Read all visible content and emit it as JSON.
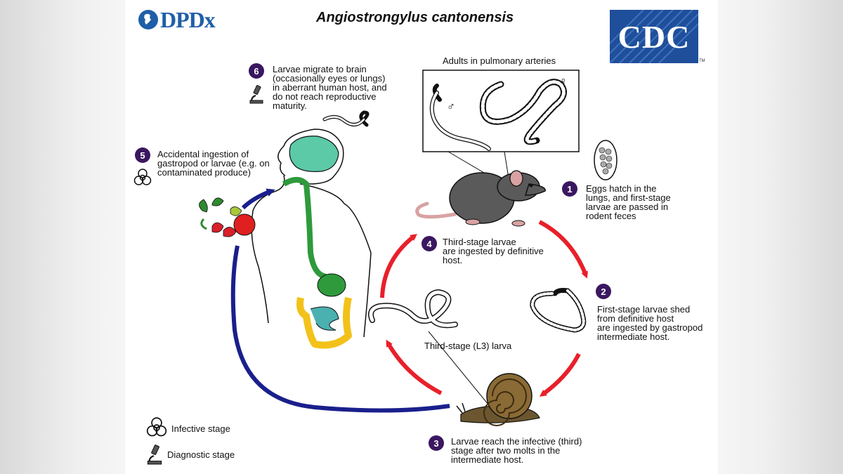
{
  "header": {
    "title": "Angiostrongylus cantonensis",
    "left_logo": "DPDx",
    "right_logo": "CDC",
    "trademark": "TM"
  },
  "labels": {
    "adults_box": "Adults in pulmonary arteries",
    "male_symbol": "♂",
    "female_symbol": "♀",
    "l3_larva": "Third-stage (L3) larva"
  },
  "steps": [
    {
      "number": "1",
      "text_lines": [
        "Eggs hatch in the",
        "lungs, and first-stage",
        "larvae are passed in",
        "rodent feces"
      ]
    },
    {
      "number": "2",
      "text_lines": [
        "First-stage larvae shed",
        "from definitive host",
        "are ingested by gastropod",
        "intermediate host."
      ]
    },
    {
      "number": "3",
      "text_lines": [
        "Larvae reach the infective (third)",
        "stage after two molts in the",
        "intermediate host."
      ]
    },
    {
      "number": "4",
      "text_lines": [
        "Third-stage larvae",
        "are ingested by definitive",
        "host."
      ]
    },
    {
      "number": "5",
      "text_lines": [
        "Accidental ingestion of",
        "gastropod or larvae (e.g. on",
        "contaminated produce)"
      ]
    },
    {
      "number": "6",
      "text_lines": [
        "Larvae migrate to brain",
        "(occasionally eyes or lungs)",
        "in aberrant human host, and",
        "do not reach reproductive",
        "maturity."
      ]
    }
  ],
  "legend": {
    "infective": "Infective stage",
    "diagnostic": "Diagnostic stage"
  },
  "colors": {
    "step_circle": "#3a1760",
    "red_arrow": "#e8202a",
    "blue_arrow": "#1a1f8c",
    "brain": "#5cc9a7",
    "gut": "#2e9a3c",
    "intestine_yellow": "#f2c21a",
    "intestine_teal": "#4bb0b0",
    "cdc_blue": "#1f4f9a"
  },
  "icons": [
    "biohazard-icon",
    "microscope-icon"
  ]
}
